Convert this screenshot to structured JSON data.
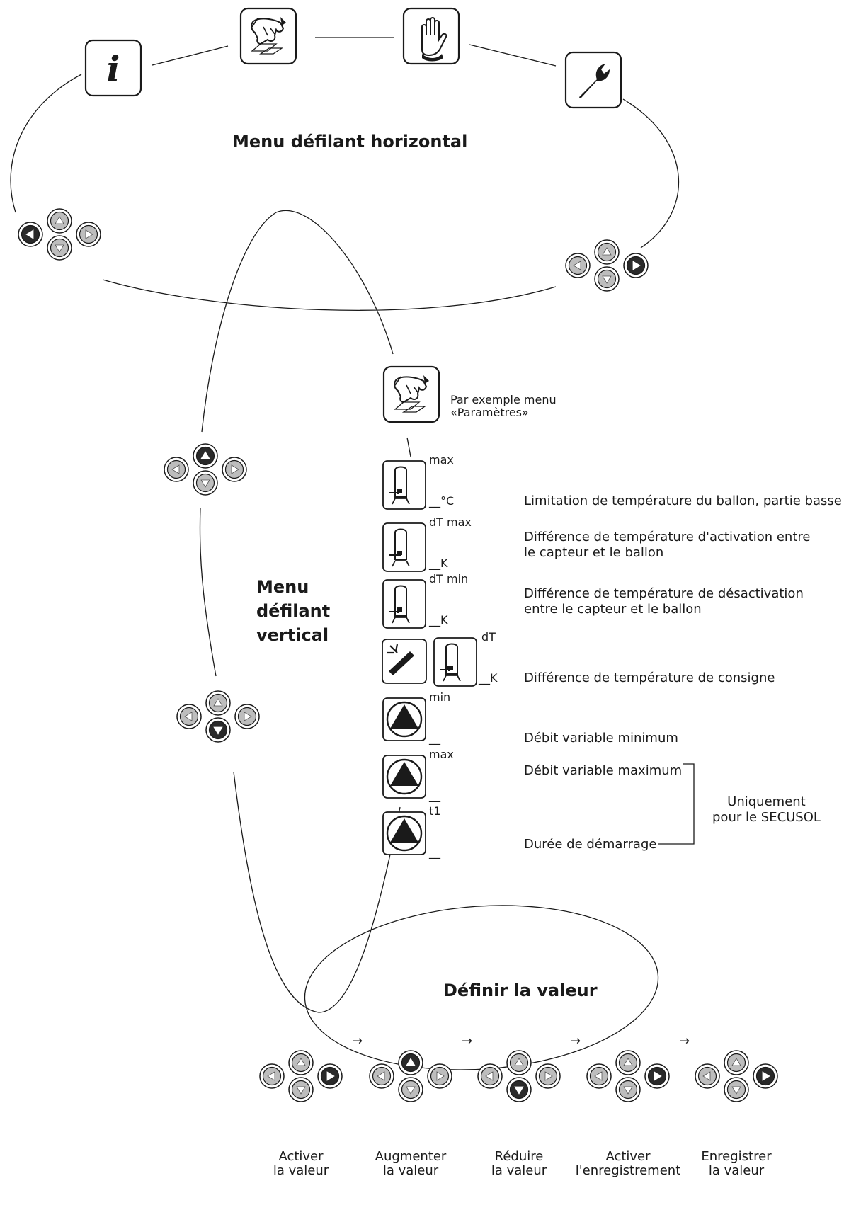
{
  "titles": {
    "horizontal": "Menu défilant horizontal",
    "vertical": [
      "Menu",
      "défilant",
      "vertical"
    ],
    "set_value": "Définir la valeur"
  },
  "menu_icons": [
    "info-icon",
    "hand-pointing-icon",
    "hand-stop-icon",
    "wrench-icon"
  ],
  "example_label": [
    "Par exemple menu",
    "«Paramètres»"
  ],
  "params": [
    {
      "icon": "tank-icon",
      "top": "max",
      "unit": "__°C",
      "desc": [
        "Limitation de température du ballon, partie basse"
      ]
    },
    {
      "icon": "tank-icon",
      "top": "dT max",
      "unit": "__K",
      "desc": [
        "Différence de température d'activation entre",
        "le capteur et le ballon"
      ]
    },
    {
      "icon": "tank-icon",
      "top": "dT min",
      "unit": "__K",
      "desc": [
        "Différence de température de désactivation",
        "entre le capteur et le ballon"
      ]
    },
    {
      "icon": "collector-tank-icon",
      "top": "dT",
      "unit": "__K",
      "desc": [
        "Différence de température de consigne"
      ]
    },
    {
      "icon": "pump-icon",
      "top": "min",
      "unit": "__",
      "desc": [
        "Débit variable minimum"
      ]
    },
    {
      "icon": "pump-icon",
      "top": "max",
      "unit": "__",
      "desc": [
        "Débit variable maximum"
      ]
    },
    {
      "icon": "pump-icon",
      "top": "t1",
      "unit": "__",
      "desc": [
        "Durée de démarrage"
      ]
    }
  ],
  "bracket_note": [
    "Uniquement",
    "pour le SECUSOL"
  ],
  "steps": [
    {
      "label": [
        "Activer",
        "la valeur"
      ],
      "active": "right"
    },
    {
      "label": [
        "Augmenter",
        "la valeur"
      ],
      "active": "up"
    },
    {
      "label": [
        "Réduire",
        "la valeur"
      ],
      "active": "down"
    },
    {
      "label": [
        "Activer",
        "l'enregistrement"
      ],
      "active": "right"
    },
    {
      "label": [
        "Enregistrer",
        "la valeur"
      ],
      "active": "right"
    }
  ],
  "step_arrow": "→",
  "colors": {
    "line": "#1a1a1a",
    "pad_fill": "#bdbdbd",
    "active": "#2a2a2a"
  }
}
